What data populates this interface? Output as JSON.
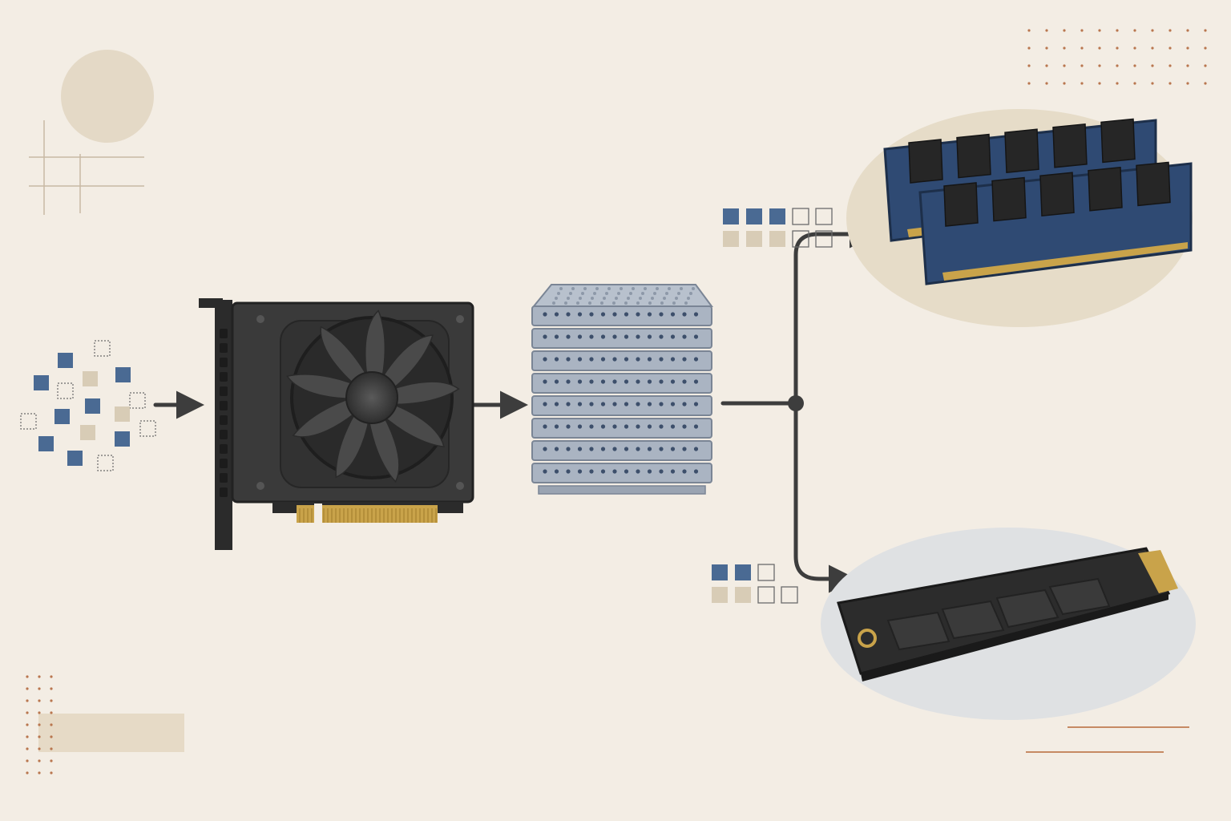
{
  "palette": {
    "background": "#f3ede4",
    "accent_blue": "#4a6a93",
    "accent_tan": "#d8ccb6",
    "accent_copper": "#b9764f",
    "hardware_dark": "#3a3a3a",
    "ram_pcb": "#2f4a73",
    "heatsink": "#aab4c2",
    "connector_line": "#3d3d3d"
  },
  "diagram": {
    "nodes": [
      {
        "id": "data-tokens",
        "icon": "data-blocks-icon"
      },
      {
        "id": "gpu",
        "icon": "graphics-card-icon"
      },
      {
        "id": "gpu-memory",
        "icon": "memory-stack-icon"
      },
      {
        "id": "system-ram",
        "icon": "ram-module-icon",
        "usage": {
          "filled": 3,
          "total": 5
        }
      },
      {
        "id": "nvme-ssd",
        "icon": "ssd-icon",
        "usage": {
          "filled": 2,
          "total": 3
        }
      }
    ],
    "edges": [
      {
        "from": "data-tokens",
        "to": "gpu"
      },
      {
        "from": "gpu",
        "to": "gpu-memory"
      },
      {
        "from": "gpu-memory",
        "to": "system-ram"
      },
      {
        "from": "gpu-memory",
        "to": "nvme-ssd"
      }
    ]
  }
}
